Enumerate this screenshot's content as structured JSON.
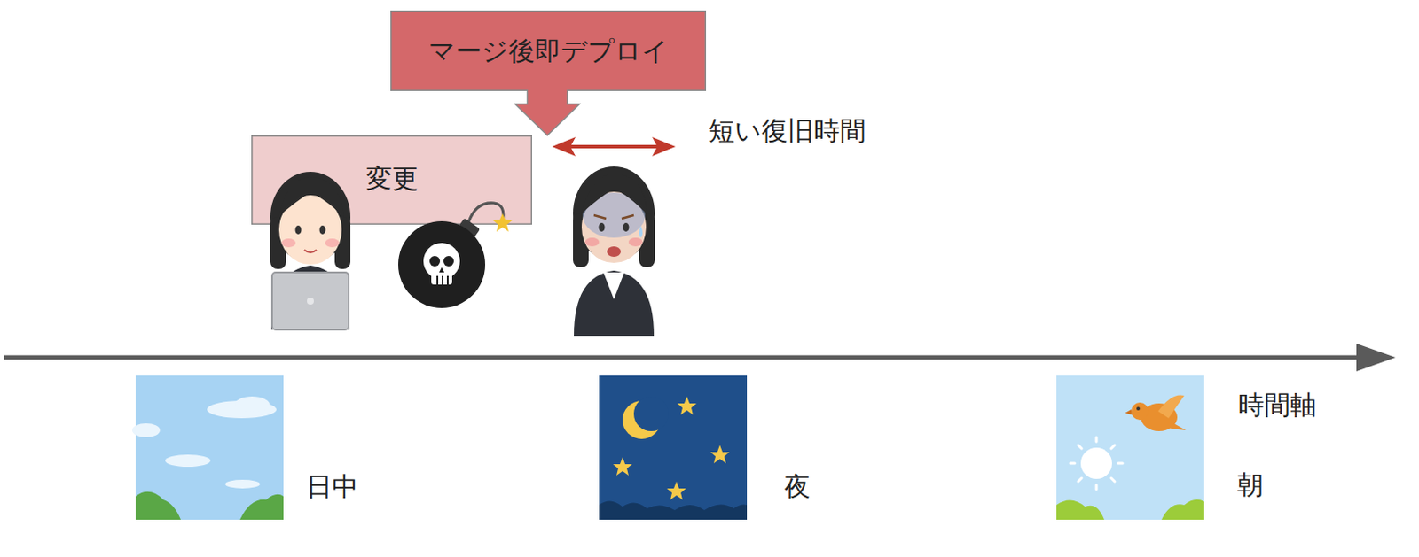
{
  "diagram": {
    "nodes": [
      {
        "text": [
          "マージ後即デプロイ"
        ]
      },
      {
        "text": [
          "変更"
        ]
      }
    ],
    "labels": [
      "短い復旧時間",
      "日中",
      "夜",
      "時間軸",
      "朝"
    ]
  }
}
